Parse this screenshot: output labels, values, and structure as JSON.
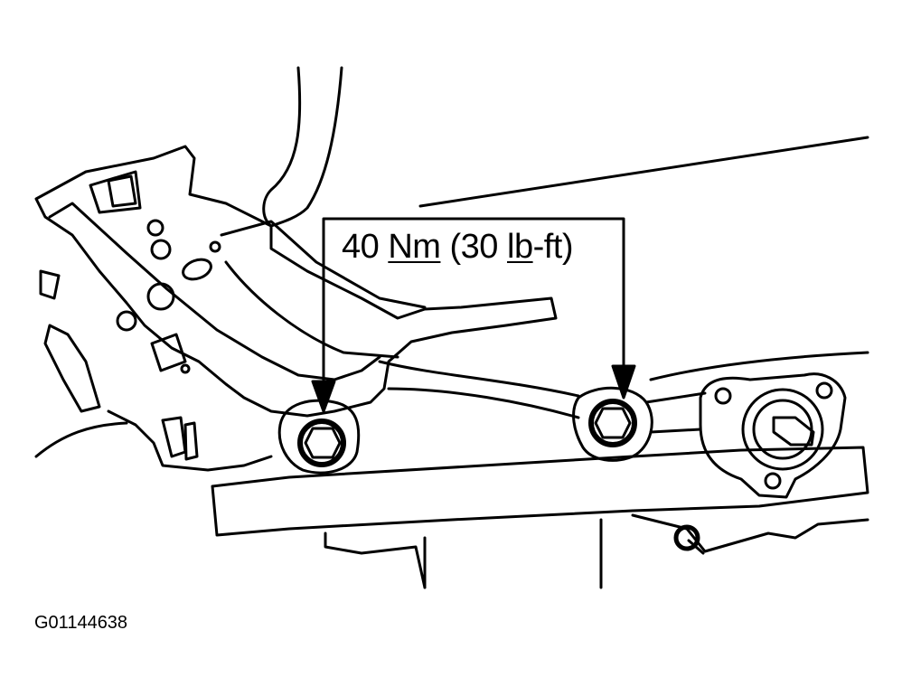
{
  "callout": {
    "value": "40",
    "unit": "Nm",
    "open": "(",
    "imperial_value": "30",
    "imperial_unit_a": "lb",
    "imperial_unit_b": "-ft)"
  },
  "figure_id": "G01144638",
  "colors": {
    "line": "#000000",
    "background": "#ffffff"
  }
}
